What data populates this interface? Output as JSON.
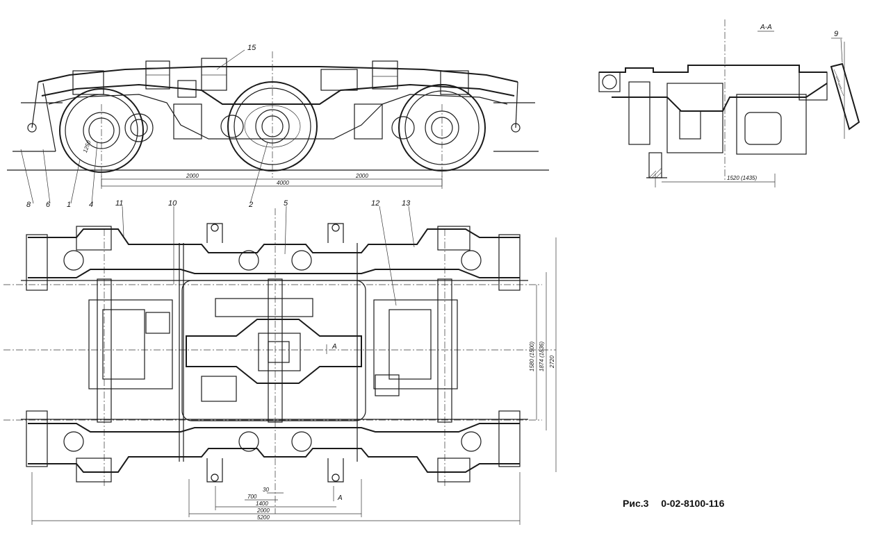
{
  "caption": {
    "figure": "Рис.3",
    "drawing_number": "0-02-8100-116"
  },
  "section_labels": {
    "section_view": "A-A",
    "marker_top": "A",
    "marker_bottom": "A"
  },
  "part_numbers": {
    "p1": "1",
    "p2": "2",
    "p4": "4",
    "p5": "5",
    "p6": "6",
    "p8": "8",
    "p9": "9",
    "p10": "10",
    "p11": "11",
    "p12": "12",
    "p13": "13",
    "p15": "15"
  },
  "dimensions": {
    "side_left_span": "2000",
    "side_right_span": "2000",
    "side_total": "4000",
    "gauge": "1520 (1435)",
    "plan_30": "30",
    "plan_700": "700",
    "plan_1400": "1400",
    "plan_2000": "2000",
    "plan_5200": "5200",
    "plan_1580": "1580 (1500)",
    "plan_1874": "1874 (1836)",
    "plan_2720": "2720",
    "wheel_dia": "1250"
  }
}
